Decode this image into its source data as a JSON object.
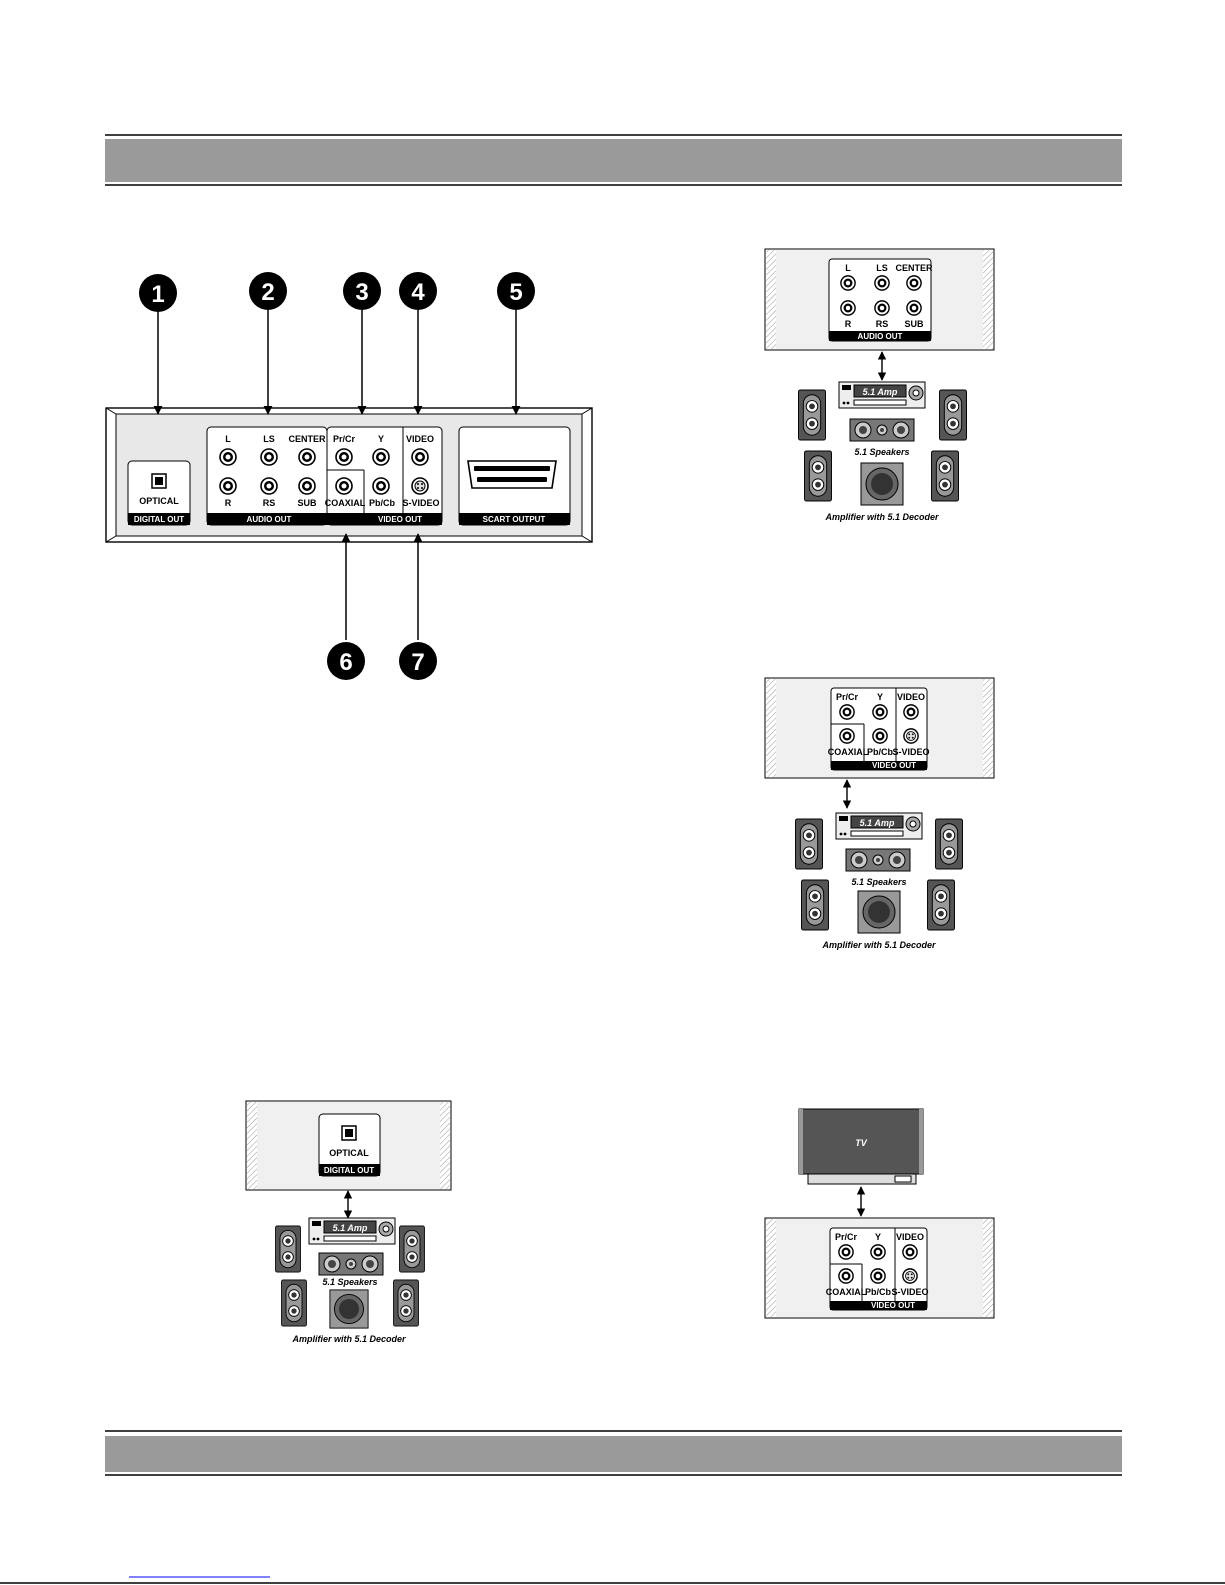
{
  "callouts": [
    "1",
    "2",
    "3",
    "4",
    "5",
    "6",
    "7"
  ],
  "panel": {
    "digital_out": {
      "jack": "OPTICAL",
      "section": "DIGITAL OUT"
    },
    "audio_out": {
      "top": [
        "L",
        "LS",
        "CENTER"
      ],
      "bottom": [
        "R",
        "RS",
        "SUB"
      ],
      "section": "AUDIO OUT"
    },
    "video_out": {
      "top": [
        "Pr/Cr",
        "Y",
        "VIDEO"
      ],
      "bottom": [
        "COAXIAL",
        "Pb/Cb",
        "S-VIDEO"
      ],
      "section": "VIDEO OUT"
    },
    "scart": {
      "section": "SCART OUTPUT"
    }
  },
  "amp": {
    "display": "5.1 Amp",
    "speakers": "5.1 Speakers",
    "caption": "Amplifier with 5.1 Decoder"
  },
  "tv": {
    "label": "TV"
  }
}
